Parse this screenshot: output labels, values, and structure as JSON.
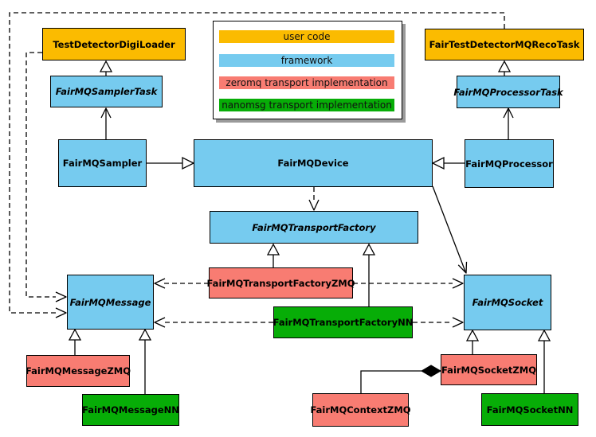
{
  "diagram_type": "uml-class-diagram",
  "colors": {
    "user_code": "#FBBB00",
    "framework": "#76CBEF",
    "zeromq": "#F87C72",
    "nanomsg": "#07AD07",
    "border": "#000000",
    "background": "#FFFFFF",
    "legend_shadow": "#9A9A9A"
  },
  "legend": {
    "items": [
      {
        "label": "user code",
        "category": "user_code"
      },
      {
        "label": "framework",
        "category": "framework"
      },
      {
        "label": "zeromq transport implementation",
        "category": "zeromq"
      },
      {
        "label": "nanomsg transport implementation",
        "category": "nanomsg"
      }
    ]
  },
  "nodes": {
    "test_detector_digi_loader": {
      "label": "TestDetectorDigiLoader",
      "category": "user_code",
      "abstract": false
    },
    "fair_test_detector_mq_reco_task": {
      "label": "FairTestDetectorMQRecoTask",
      "category": "user_code",
      "abstract": false
    },
    "fairmq_sampler_task": {
      "label": "FairMQSamplerTask",
      "category": "framework",
      "abstract": true
    },
    "fairmq_processor_task": {
      "label": "FairMQProcessorTask",
      "category": "framework",
      "abstract": true
    },
    "fairmq_sampler": {
      "label": "FairMQSampler",
      "category": "framework",
      "abstract": false
    },
    "fairmq_device": {
      "label": "FairMQDevice",
      "category": "framework",
      "abstract": false
    },
    "fairmq_processor": {
      "label": "FairMQProcessor",
      "category": "framework",
      "abstract": false
    },
    "fairmq_transport_factory": {
      "label": "FairMQTransportFactory",
      "category": "framework",
      "abstract": true
    },
    "fairmq_transport_factory_zmq": {
      "label": "FairMQTransportFactoryZMQ",
      "category": "zeromq",
      "abstract": false
    },
    "fairmq_transport_factory_nn": {
      "label": "FairMQTransportFactoryNN",
      "category": "nanomsg",
      "abstract": false
    },
    "fairmq_message": {
      "label": "FairMQMessage",
      "category": "framework",
      "abstract": true
    },
    "fairmq_socket": {
      "label": "FairMQSocket",
      "category": "framework",
      "abstract": true
    },
    "fairmq_message_zmq": {
      "label": "FairMQMessageZMQ",
      "category": "zeromq",
      "abstract": false
    },
    "fairmq_message_nn": {
      "label": "FairMQMessageNN",
      "category": "nanomsg",
      "abstract": false
    },
    "fairmq_socket_zmq": {
      "label": "FairMQSocketZMQ",
      "category": "zeromq",
      "abstract": false
    },
    "fairmq_socket_nn": {
      "label": "FairMQSocketNN",
      "category": "nanomsg",
      "abstract": false
    },
    "fairmq_context_zmq": {
      "label": "FairMQContextZMQ",
      "category": "zeromq",
      "abstract": false
    }
  },
  "edges": [
    {
      "from": "fairmq_sampler_task",
      "to": "test_detector_digi_loader",
      "line": "solid",
      "head": "hollow-triangle"
    },
    {
      "from": "fairmq_processor_task",
      "to": "fair_test_detector_mq_reco_task",
      "line": "solid",
      "head": "hollow-triangle"
    },
    {
      "from": "fairmq_sampler",
      "to": "fairmq_sampler_task",
      "line": "solid",
      "head": "open-arrow"
    },
    {
      "from": "fairmq_processor",
      "to": "fairmq_processor_task",
      "line": "solid",
      "head": "open-arrow"
    },
    {
      "from": "fairmq_sampler",
      "to": "fairmq_device",
      "line": "solid",
      "head": "hollow-triangle"
    },
    {
      "from": "fairmq_processor",
      "to": "fairmq_device",
      "line": "solid",
      "head": "hollow-triangle"
    },
    {
      "from": "fairmq_device",
      "to": "fairmq_transport_factory",
      "line": "dashed",
      "head": "open-arrow"
    },
    {
      "from": "fairmq_device",
      "to": "fairmq_socket",
      "line": "solid",
      "head": "open-arrow"
    },
    {
      "from": "fairmq_transport_factory_zmq",
      "to": "fairmq_transport_factory",
      "line": "solid",
      "head": "hollow-triangle"
    },
    {
      "from": "fairmq_transport_factory_nn",
      "to": "fairmq_transport_factory",
      "line": "solid",
      "head": "hollow-triangle"
    },
    {
      "from": "fairmq_transport_factory_zmq",
      "to": "fairmq_message",
      "line": "dashed",
      "head": "open-arrow"
    },
    {
      "from": "fairmq_transport_factory_zmq",
      "to": "fairmq_socket",
      "line": "dashed",
      "head": "open-arrow"
    },
    {
      "from": "fairmq_transport_factory_nn",
      "to": "fairmq_message",
      "line": "dashed",
      "head": "open-arrow"
    },
    {
      "from": "fairmq_transport_factory_nn",
      "to": "fairmq_socket",
      "line": "dashed",
      "head": "open-arrow"
    },
    {
      "from": "test_detector_digi_loader",
      "to": "fairmq_message",
      "line": "dashed",
      "head": "open-arrow"
    },
    {
      "from": "fair_test_detector_mq_reco_task",
      "to": "fairmq_message",
      "line": "dashed",
      "head": "open-arrow"
    },
    {
      "from": "fairmq_message_zmq",
      "to": "fairmq_message",
      "line": "solid",
      "head": "hollow-triangle"
    },
    {
      "from": "fairmq_message_nn",
      "to": "fairmq_message",
      "line": "solid",
      "head": "hollow-triangle"
    },
    {
      "from": "fairmq_socket_zmq",
      "to": "fairmq_socket",
      "line": "solid",
      "head": "hollow-triangle"
    },
    {
      "from": "fairmq_socket_nn",
      "to": "fairmq_socket",
      "line": "solid",
      "head": "hollow-triangle"
    },
    {
      "from": "fairmq_context_zmq",
      "to": "fairmq_socket_zmq",
      "line": "solid",
      "head": "filled-diamond"
    }
  ]
}
